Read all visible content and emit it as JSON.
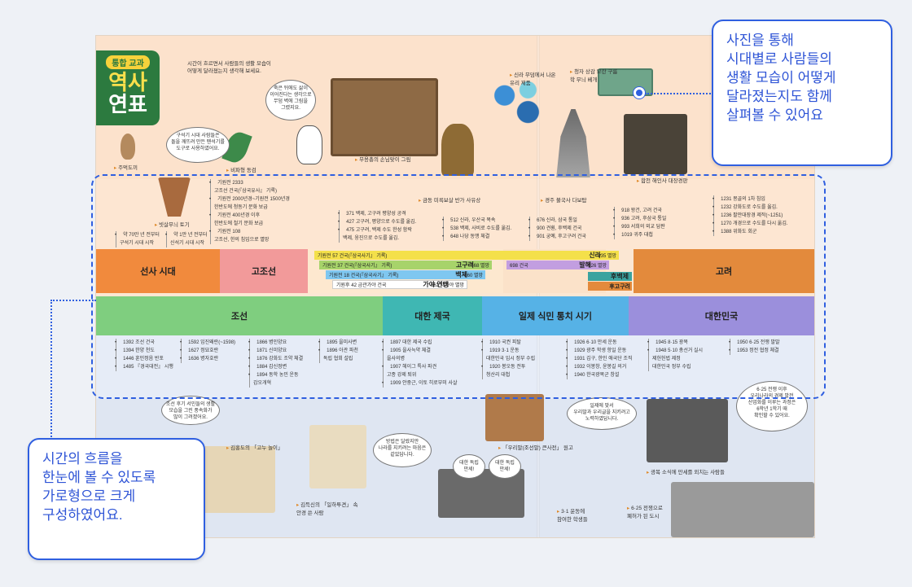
{
  "logo": {
    "tag": "통합 교과",
    "line1": "역사",
    "line2": "연표"
  },
  "intro": "시간이 흐르면서 사람들의 생활 모습이\n어떻게 달라졌는지 생각해 보세요.",
  "bubbles": {
    "stone_tools": "구석기 시대 사람들은\n돌을 깨뜨려 만든 뗀석기를\n도구로 사용하였어요.",
    "tomb": "죽은 뒤에도 삶이\n이어진다는 생각으로\n무덤 벽에 그림을\n그렸지요.",
    "joseon": "조선 후기 서민들의 생활\n모습을 그린 풍속화가\n많이 그려졌어요.",
    "independence": "방법은 달랐지만\n나라를 지키려는 마음은\n같았답니다.",
    "japanese_rule": "일제에 맞서\n우리말과 우리글을 지키려고\n노력하였답니다.",
    "war": "6·25 전쟁 이후\n우리나라의 경제 발전\n산업화를 이루는 과정은\n6학년 1학기 때\n확인할 수 있어요.",
    "flag1": "대한 독립\n만세!",
    "flag2": "대한 독립\n만세!"
  },
  "captions": {
    "fist_axe": "주먹도끼",
    "bipa_dagger": "비파형 동검",
    "comb_pottery": "빗살무늬 토기",
    "tomb_mural": "무용총의 손님맞이 그림",
    "glassware": "신라 무덤에서 나온\n유리 제품",
    "buddha": "금동 미륵보살 반가 사유상",
    "dabotap": "경주 불국사 다보탑",
    "celadon": "청자 상감 모란 구름\n학 무늬 베개",
    "tripitaka": "합천 해인사 대장경판",
    "ssireum": "김홍도의 「고누 놀이」",
    "ilpyeon": "김득신의 「일하투견」 속\n안경 쓴 사람",
    "dictionary": "「우리말(조선말) 큰사전」 원고",
    "march1": "3·1 운동에\n참여한 학생들",
    "liberation": "광복 소식에 만세를 외치는 사람들",
    "ruined_city": "6·25 전쟁으로\n폐허가 된 도시"
  },
  "top_events": {
    "prehistory": [
      "약 70만 년 전부터\n구석기 시대 시작",
      "약 1만 년 전부터\n신석기 시대 시작"
    ],
    "gojoseon": [
      "기원전 2333\n고조선 건국(『삼국유사』 기록)",
      "기원전 2000년경~기원전 1500년경\n한반도에 청동기 문화 보급",
      "기원전 400년경 이후\n한반도에 철기 문화 보급",
      "기원전 108\n고조선, 한의 침입으로 멸망"
    ],
    "three_kingdoms": [
      "371 백제, 고구려 평양성 공격",
      "427 고구려, 평양으로 수도를 옮김.",
      "475 고구려, 백제 수도 한성 함락\n백제, 웅진으로 수도를 옮김."
    ],
    "silla": [
      "512 신라, 우산국 복속",
      "538 백제, 사비로 수도를 옮김.",
      "648 나당 동맹 체결"
    ],
    "unified": [
      "676 신라, 삼국 통일",
      "900 견훤, 후백제 건국",
      "901 궁예, 후고구려 건국"
    ],
    "goryeo_early": [
      "918 왕건, 고려 건국",
      "936 고려, 후삼국 통일",
      "993 서희의 외교 담판",
      "1019 귀주 대첩"
    ],
    "goryeo_late": [
      "1231 몽골의 1차 침입",
      "1232 강화도로 수도를 옮김.",
      "1236 팔만대장경 제작(~1251)",
      "1270 개경으로 수도를 다시 옮김.",
      "1388 위화도 회군"
    ]
  },
  "eras_top": {
    "prehistory": "선사 시대",
    "gojoseon": "고조선",
    "goryeo": "고려",
    "sub": [
      {
        "label": "기원전 57 건국(『삼국사기』 기록)",
        "name": "신라",
        "end": "935 멸망"
      },
      {
        "label": "기원전 37 건국(『삼국사기』 기록)",
        "name": "고구려",
        "end": "668 멸망"
      },
      {
        "label": "기원전 18 건국(『삼국사기』 기록)",
        "name": "백제",
        "end": "660 멸망"
      },
      {
        "label": "기원후 42 금관가야 건국",
        "name": "가야 연맹",
        "end": "562 대가야 멸망"
      },
      {
        "label": "698 건국",
        "name": "발해",
        "end": "926 멸망"
      },
      {
        "label": "",
        "name": "후백제",
        "end": ""
      },
      {
        "label": "",
        "name": "후고구려",
        "end": ""
      }
    ]
  },
  "eras_bottom": {
    "joseon": "조선",
    "empire": "대한 제국",
    "colonial": "일제 식민 통치 시기",
    "republic": "대한민국"
  },
  "bottom_events": {
    "joseon1": [
      "1392 조선 건국",
      "1394 한양 천도",
      "1446 훈민정음 반포",
      "1485 『경국대전』 시행"
    ],
    "joseon2": [
      "1592 임진왜란(~1598)",
      "1627 정묘호란",
      "1636 병자호란"
    ],
    "joseon3": [
      "1866 병인양요",
      "1871 신미양요",
      "1876 강화도 조약 체결",
      "1884 갑신정변",
      "1894 동학 농민 운동\n갑오개혁"
    ],
    "joseon4": [
      "1895 을미사변",
      "1896 아관 파천\n독립 협회 설립"
    ],
    "empire": [
      "1897 대한 제국 수립",
      "1905 을사늑약 체결\n을사의병",
      "1907 헤이그 특사 파견\n고종 강제 퇴위",
      "1909 안중근, 이토 히로부미 사살"
    ],
    "colonial1": [
      "1910 국권 피탈",
      "1919 3·1 운동\n대한민국 임시 정부 수립",
      "1920 봉오동 전투\n청산리 대첩"
    ],
    "colonial2": [
      "1926 6·10 만세 운동",
      "1929 광주 학생 항일 운동",
      "1931 김구, 한인 애국단 조직",
      "1932 이봉창, 윤봉길 의거",
      "1940 한국광복군 창설"
    ],
    "republic1": [
      "1945 8·15 광복",
      "1948 5·10 총선거 실시\n제헌헌법 제정\n대한민국 정부 수립"
    ],
    "republic2": [
      "1950 6·25 전쟁 발발",
      "1953 정전 협정 체결"
    ]
  },
  "callouts": {
    "top_right": "사진을 통해\n시대별로 사람들의\n생활 모습이 어떻게\n달라졌는지도 함께\n살펴볼 수 있어요",
    "bottom_left": "시간의 흐름을\n한눈에 볼 수 있도록\n가로형으로 크게\n구성하였어요."
  },
  "colors": {
    "accent": "#2f5fe0",
    "prehistory": "#f18a3d",
    "gojoseon": "#f29a9a",
    "silla": "#f4e04a",
    "goguryeo": "#a7d36a",
    "baekje": "#7fc7f0",
    "gaya": "#ffffff",
    "balhae": "#c29ee0",
    "goryeo": "#e38a3c",
    "joseon": "#7fce7f",
    "empire": "#3fb7b3",
    "colonial": "#56b2e6",
    "republic": "#9b8fdc"
  }
}
